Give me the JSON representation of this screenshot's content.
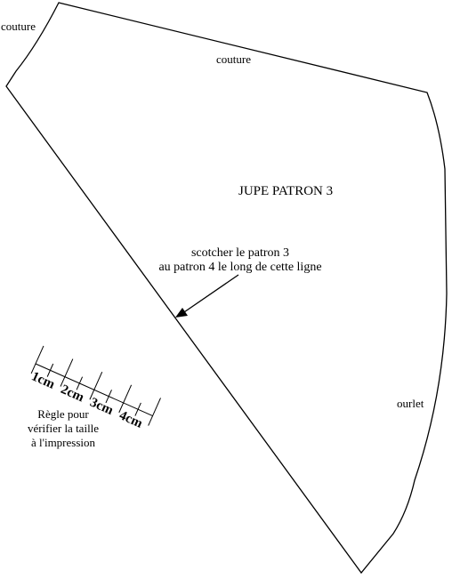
{
  "pattern": {
    "title": "JUPE PATRON 3",
    "seam_label_top_left": "couture",
    "seam_label_top": "couture",
    "hem_label": "ourlet",
    "instruction_line1": "scotcher le patron 3",
    "instruction_line2": "au patron 4 le long de cette ligne"
  },
  "ruler": {
    "marks": [
      "1cm",
      "2cm",
      "3cm",
      "4cm"
    ],
    "caption_line1": "Règle pour",
    "caption_line2": "vérifier la taille",
    "caption_line3": "à l'impression"
  },
  "colors": {
    "line": "#000000",
    "background": "#ffffff"
  }
}
